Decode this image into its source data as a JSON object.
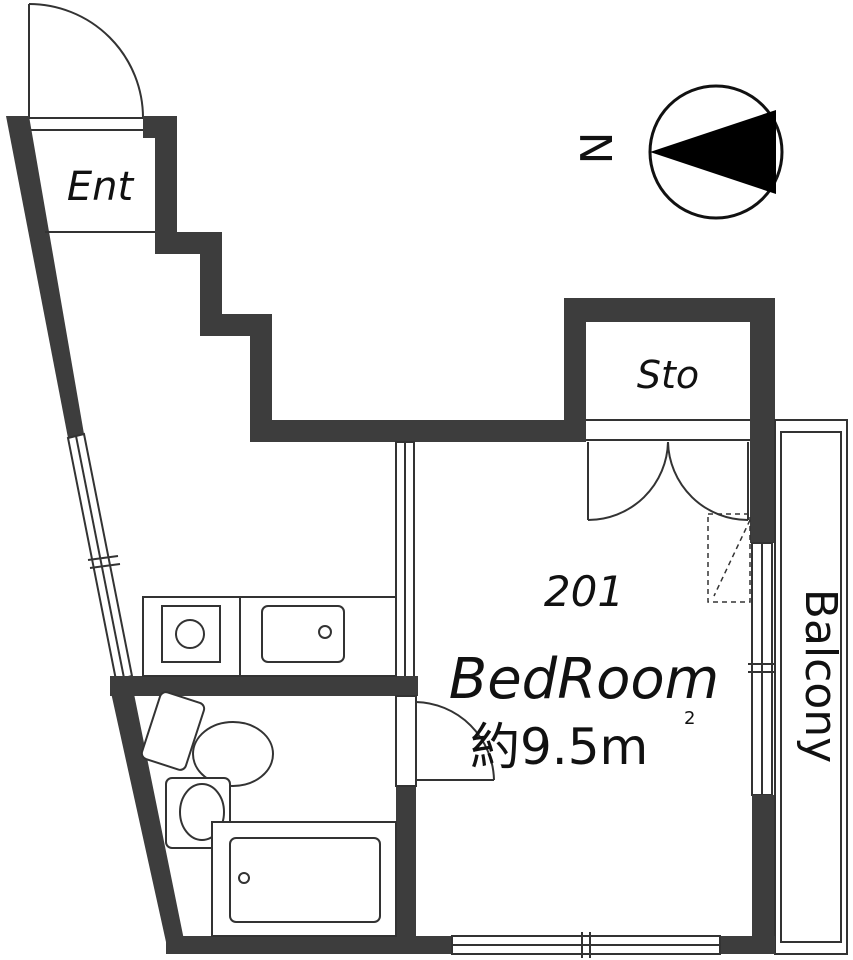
{
  "rooms": {
    "entrance": "Ent",
    "storage": "Sto",
    "balcony": "Balcony",
    "unit_number": "201",
    "bedroom": "BedRoom",
    "area_prefix": "約9.5m",
    "area_unit_sup": "2"
  },
  "compass": {
    "letter": "N"
  },
  "colors": {
    "wall": "#3d3d3d",
    "line": "#333333"
  }
}
